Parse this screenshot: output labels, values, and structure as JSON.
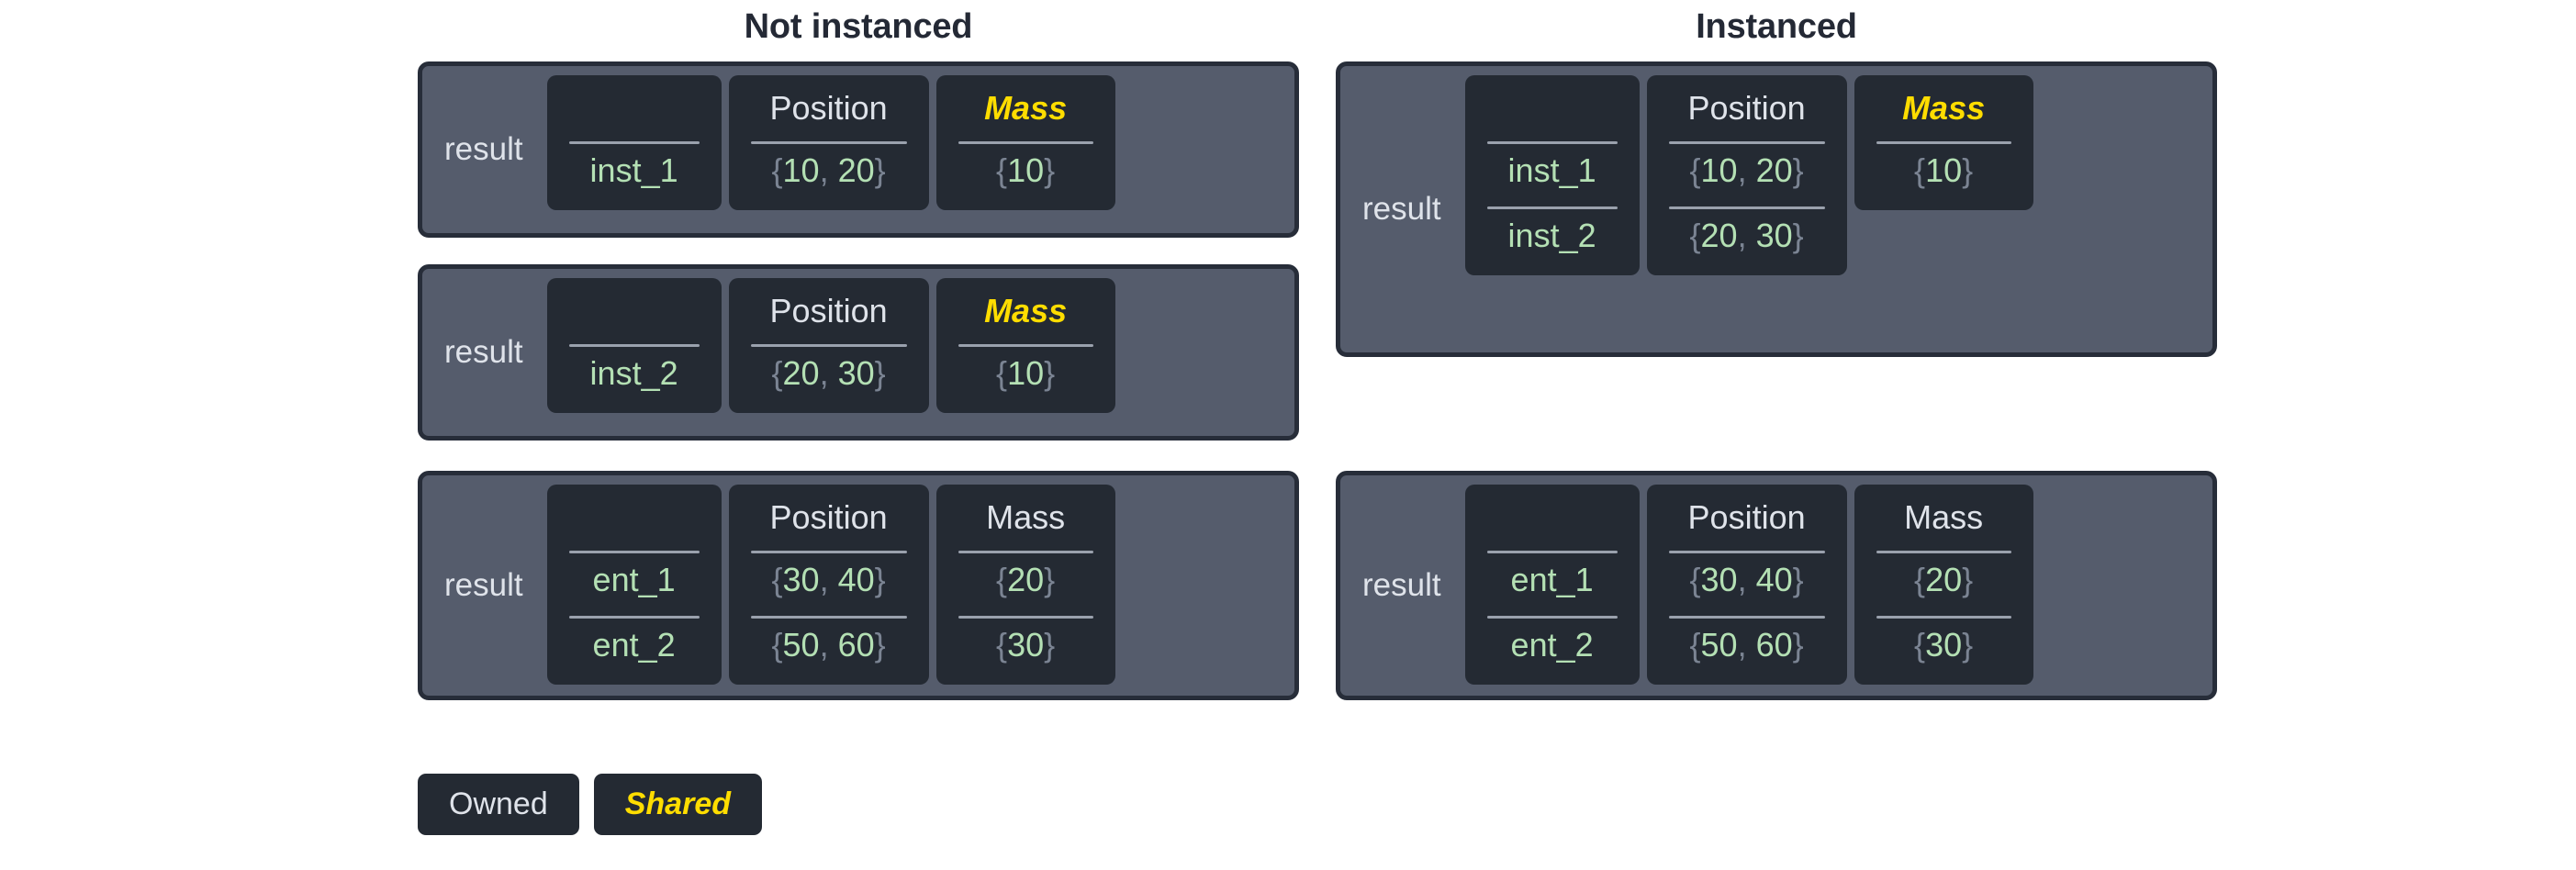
{
  "titles": {
    "left": "Not instanced",
    "right": "Instanced"
  },
  "labels": {
    "result": "result"
  },
  "colors": {
    "page_background": "#ffffff",
    "title_text": "#242935",
    "frame_background": "#555c6c",
    "frame_border": "#272d39",
    "column_card_background": "#242a33",
    "owned_text": "#dfe3ea",
    "shared_text": "#ffdd00",
    "value_text": "#b4e0b4",
    "brace_text": "#7b8493",
    "rule": "#9aa1ad"
  },
  "headers": {
    "name": "",
    "position": "Position",
    "mass": "Mass"
  },
  "legend": {
    "items": [
      {
        "label": "Owned",
        "style": "owned"
      },
      {
        "label": "Shared",
        "style": "shared"
      }
    ]
  },
  "not_instanced": {
    "tables": [
      {
        "label": "result",
        "columns": [
          {
            "header": "",
            "style": "owned"
          },
          {
            "header": "Position",
            "style": "owned"
          },
          {
            "header": "Mass",
            "style": "shared"
          }
        ],
        "rows": [
          {
            "name": "inst_1",
            "position": "{10, 20}",
            "mass": "{10}"
          }
        ]
      },
      {
        "label": "result",
        "columns": [
          {
            "header": "",
            "style": "owned"
          },
          {
            "header": "Position",
            "style": "owned"
          },
          {
            "header": "Mass",
            "style": "shared"
          }
        ],
        "rows": [
          {
            "name": "inst_2",
            "position": "{20, 30}",
            "mass": "{10}"
          }
        ]
      },
      {
        "label": "result",
        "columns": [
          {
            "header": "",
            "style": "owned"
          },
          {
            "header": "Position",
            "style": "owned"
          },
          {
            "header": "Mass",
            "style": "owned"
          }
        ],
        "rows": [
          {
            "name": "ent_1",
            "position": "{30, 40}",
            "mass": "{20}"
          },
          {
            "name": "ent_2",
            "position": "{50, 60}",
            "mass": "{30}"
          }
        ]
      }
    ]
  },
  "instanced": {
    "tables": [
      {
        "label": "result",
        "columns": [
          {
            "header": "",
            "style": "owned"
          },
          {
            "header": "Position",
            "style": "owned"
          },
          {
            "header": "Mass",
            "style": "shared"
          }
        ],
        "rows": [
          {
            "name": "inst_1",
            "position": "{10, 20}",
            "mass": "{10}"
          },
          {
            "name": "inst_2",
            "position": "{20, 30}",
            "mass": null
          }
        ]
      },
      {
        "label": "result",
        "columns": [
          {
            "header": "",
            "style": "owned"
          },
          {
            "header": "Position",
            "style": "owned"
          },
          {
            "header": "Mass",
            "style": "owned"
          }
        ],
        "rows": [
          {
            "name": "ent_1",
            "position": "{30, 40}",
            "mass": "{20}"
          },
          {
            "name": "ent_2",
            "position": "{50, 60}",
            "mass": "{30}"
          }
        ]
      }
    ]
  }
}
